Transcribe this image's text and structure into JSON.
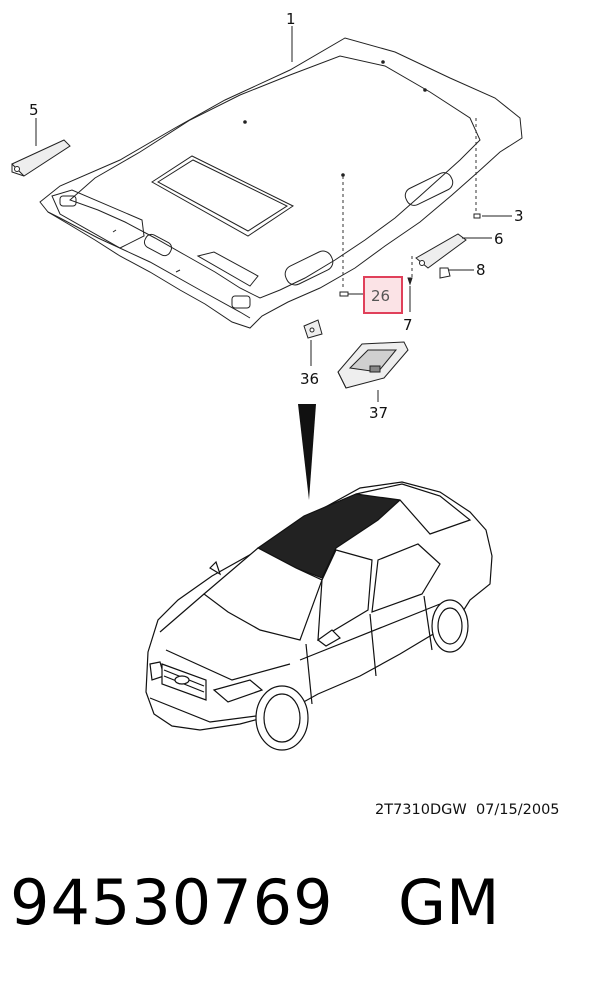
{
  "callouts": {
    "c1": "1",
    "c3": "3",
    "c5": "5",
    "c6": "6",
    "c7": "7",
    "c8": "8",
    "c26": "26",
    "c36": "36",
    "c37": "37"
  },
  "highlight_color": "#e0405a",
  "highlight_fill": "#fbe3e6",
  "footer": {
    "drawing_code": "2T7310DGW  07/15/2005",
    "part_number": "94530769",
    "brand": "GM"
  }
}
